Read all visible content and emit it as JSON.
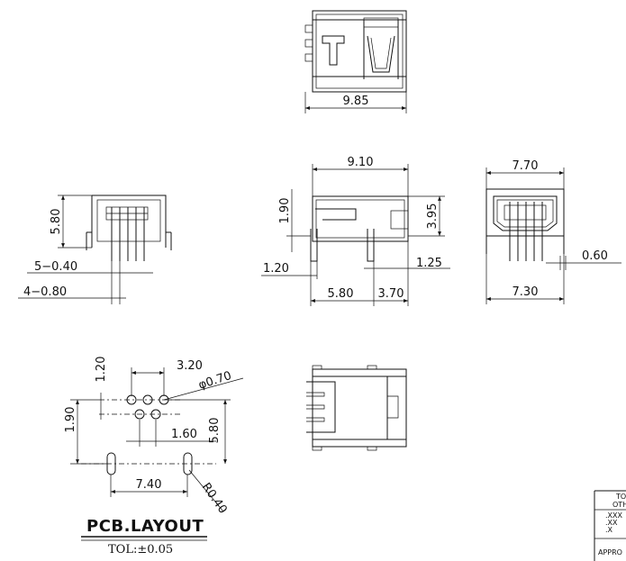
{
  "dimensions": {
    "top_width": "9.85",
    "side_width": "9.10",
    "side_height_left": "1.90",
    "side_height_right": "3.95",
    "side_pin_offset": "1.20",
    "side_pin_width": "1.25",
    "side_bottom_left": "5.80",
    "side_bottom_right": "3.70",
    "front_width_top": "7.70",
    "front_width_bottom": "7.30",
    "front_pin": "0.60",
    "left_height": "5.80",
    "left_pitch": "5−0.40",
    "left_pitch2": "4−0.80",
    "pcb_row_offset": "1.20",
    "pcb_hole_span": "3.20",
    "pcb_hole_dia": "φ0.70",
    "pcb_row_height": "1.90",
    "pcb_pitch": "1.60",
    "pcb_depth": "5.80",
    "pcb_slot_span": "7.40",
    "pcb_slot_radius": "R0.40"
  },
  "pcb": {
    "title": "PCB.LAYOUT",
    "tolerance": "TOL:±0.05"
  },
  "title_block": {
    "line1": "TO",
    "line2": "OTH",
    "line3": ".XXX",
    "line4": ".XX",
    "line5": ".X",
    "line6": "APPRO"
  }
}
